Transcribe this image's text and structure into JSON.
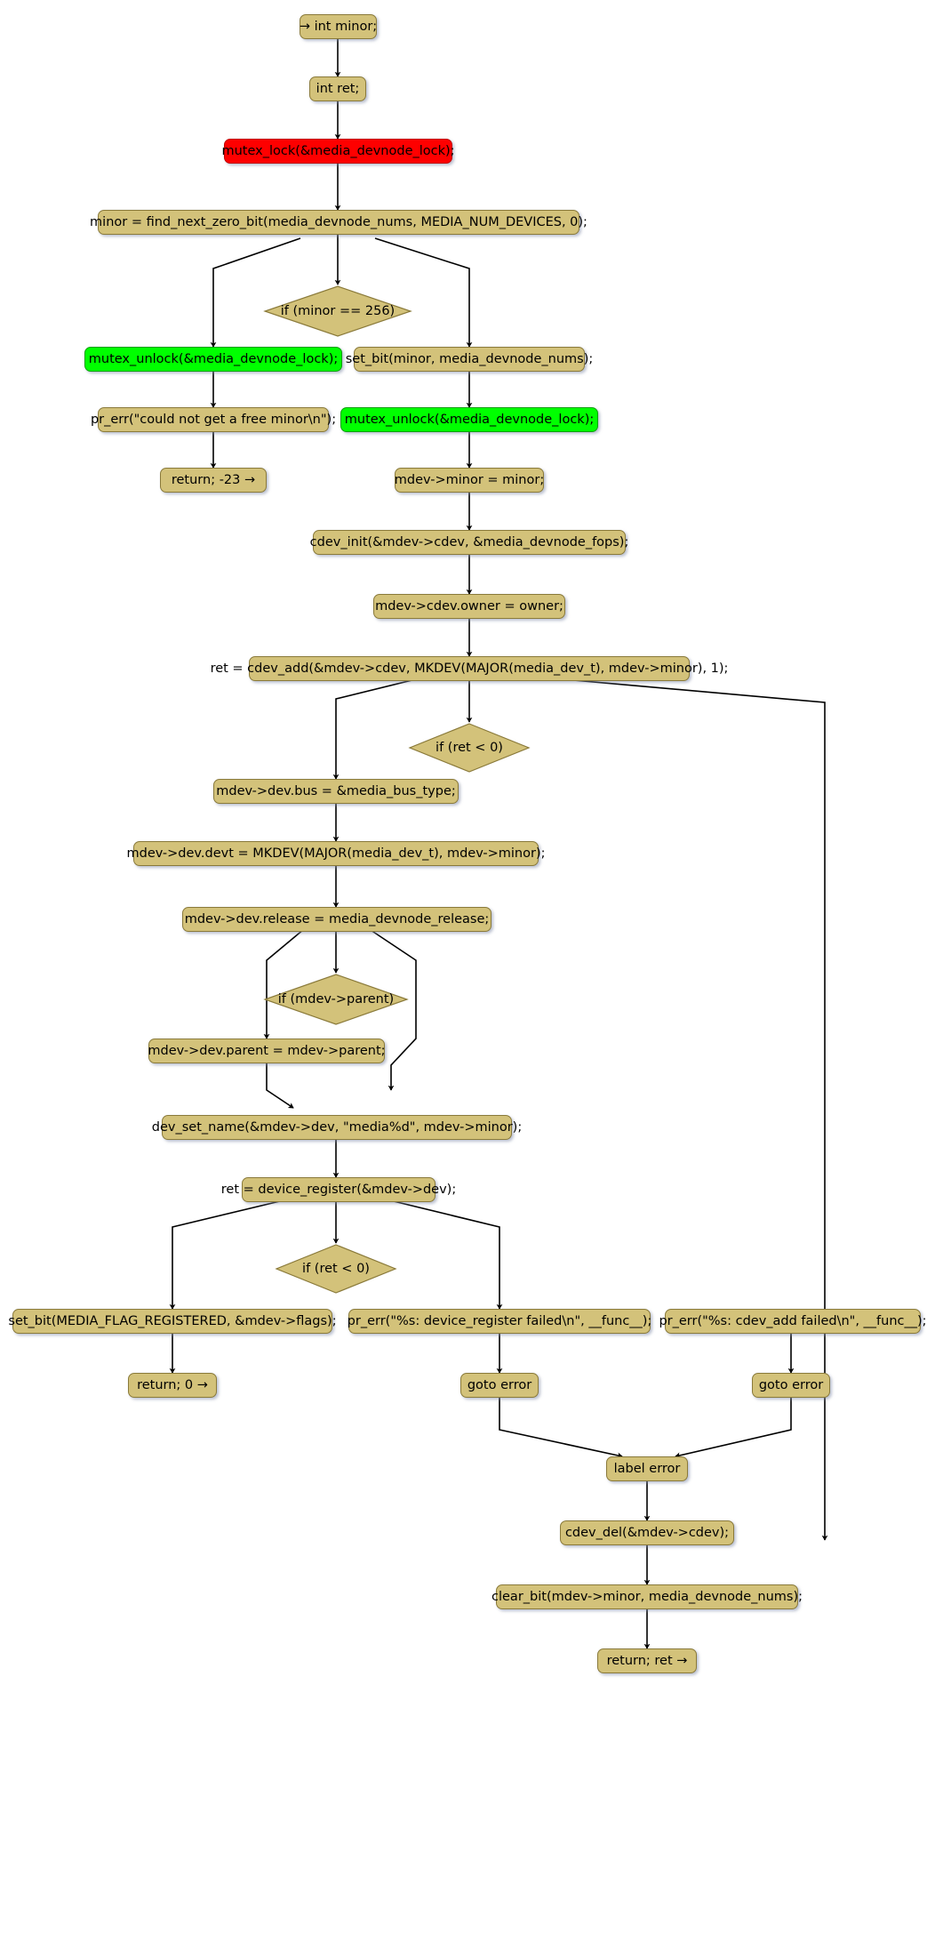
{
  "diagram": {
    "type": "flowchart",
    "title": "media_devnode_register activity diagram",
    "colors": {
      "node_fill": "#d3c27a",
      "node_stroke": "#8a7a3a",
      "highlight_red": "#fe0000",
      "highlight_green": "#00ff00",
      "edge": "#000000",
      "background": "#ffffff"
    },
    "nodes": [
      {
        "id": "n1",
        "shape": "rect",
        "style": "normal",
        "label": "→ int minor;"
      },
      {
        "id": "n2",
        "shape": "rect",
        "style": "normal",
        "label": "int ret;"
      },
      {
        "id": "n3",
        "shape": "rect",
        "style": "red",
        "label": "mutex_lock(&media_devnode_lock);"
      },
      {
        "id": "n4",
        "shape": "rect",
        "style": "normal",
        "label": "minor = find_next_zero_bit(media_devnode_nums, MEDIA_NUM_DEVICES, 0);"
      },
      {
        "id": "n5",
        "shape": "diamond",
        "style": "normal",
        "label": "if (minor == 256)"
      },
      {
        "id": "n6",
        "shape": "rect",
        "style": "green",
        "label": "mutex_unlock(&media_devnode_lock);"
      },
      {
        "id": "n7",
        "shape": "rect",
        "style": "normal",
        "label": "set_bit(minor, media_devnode_nums);"
      },
      {
        "id": "n8",
        "shape": "rect",
        "style": "normal",
        "label": "pr_err(\"could not get a free minor\\n\");"
      },
      {
        "id": "n9",
        "shape": "rect",
        "style": "green",
        "label": "mutex_unlock(&media_devnode_lock);"
      },
      {
        "id": "n10",
        "shape": "rect",
        "style": "normal",
        "label": "return; -23 →"
      },
      {
        "id": "n11",
        "shape": "rect",
        "style": "normal",
        "label": "mdev->minor = minor;"
      },
      {
        "id": "n12",
        "shape": "rect",
        "style": "normal",
        "label": "cdev_init(&mdev->cdev, &media_devnode_fops);"
      },
      {
        "id": "n13",
        "shape": "rect",
        "style": "normal",
        "label": "mdev->cdev.owner = owner;"
      },
      {
        "id": "n14",
        "shape": "rect",
        "style": "normal",
        "label": "ret = cdev_add(&mdev->cdev, MKDEV(MAJOR(media_dev_t), mdev->minor), 1);"
      },
      {
        "id": "n15",
        "shape": "diamond",
        "style": "normal",
        "label": "if (ret < 0)"
      },
      {
        "id": "n16",
        "shape": "rect",
        "style": "normal",
        "label": "mdev->dev.bus = &media_bus_type;"
      },
      {
        "id": "n17",
        "shape": "rect",
        "style": "normal",
        "label": "mdev->dev.devt = MKDEV(MAJOR(media_dev_t), mdev->minor);"
      },
      {
        "id": "n18",
        "shape": "rect",
        "style": "normal",
        "label": "mdev->dev.release = media_devnode_release;"
      },
      {
        "id": "n19",
        "shape": "diamond",
        "style": "normal",
        "label": "if (mdev->parent)"
      },
      {
        "id": "n20",
        "shape": "rect",
        "style": "normal",
        "label": "mdev->dev.parent = mdev->parent;"
      },
      {
        "id": "n21",
        "shape": "rect",
        "style": "normal",
        "label": "dev_set_name(&mdev->dev, \"media%d\", mdev->minor);"
      },
      {
        "id": "n22",
        "shape": "rect",
        "style": "normal",
        "label": "ret = device_register(&mdev->dev);"
      },
      {
        "id": "n23",
        "shape": "diamond",
        "style": "normal",
        "label": "if (ret < 0)"
      },
      {
        "id": "n24",
        "shape": "rect",
        "style": "normal",
        "label": "set_bit(MEDIA_FLAG_REGISTERED, &mdev->flags);"
      },
      {
        "id": "n25",
        "shape": "rect",
        "style": "normal",
        "label": "pr_err(\"%s: device_register failed\\n\", __func__);"
      },
      {
        "id": "n26",
        "shape": "rect",
        "style": "normal",
        "label": "pr_err(\"%s: cdev_add failed\\n\", __func__);"
      },
      {
        "id": "n27",
        "shape": "rect",
        "style": "normal",
        "label": "return; 0 →"
      },
      {
        "id": "n28",
        "shape": "rect",
        "style": "normal",
        "label": "goto error"
      },
      {
        "id": "n29",
        "shape": "rect",
        "style": "normal",
        "label": "goto error"
      },
      {
        "id": "n30",
        "shape": "rect",
        "style": "normal",
        "label": "label error"
      },
      {
        "id": "n31",
        "shape": "rect",
        "style": "normal",
        "label": "cdev_del(&mdev->cdev);"
      },
      {
        "id": "n32",
        "shape": "rect",
        "style": "normal",
        "label": "clear_bit(mdev->minor, media_devnode_nums);"
      },
      {
        "id": "n33",
        "shape": "rect",
        "style": "normal",
        "label": "return; ret →"
      }
    ],
    "edges": [
      {
        "from": "n1",
        "to": "n2"
      },
      {
        "from": "n2",
        "to": "n3"
      },
      {
        "from": "n3",
        "to": "n4"
      },
      {
        "from": "n4",
        "to": "n5"
      },
      {
        "from": "n5",
        "to": "n6"
      },
      {
        "from": "n5",
        "to": "n7"
      },
      {
        "from": "n6",
        "to": "n8"
      },
      {
        "from": "n8",
        "to": "n10"
      },
      {
        "from": "n7",
        "to": "n9"
      },
      {
        "from": "n9",
        "to": "n11"
      },
      {
        "from": "n11",
        "to": "n12"
      },
      {
        "from": "n12",
        "to": "n13"
      },
      {
        "from": "n13",
        "to": "n14"
      },
      {
        "from": "n14",
        "to": "n15"
      },
      {
        "from": "n15",
        "to": "n16"
      },
      {
        "from": "n15",
        "to": "n26"
      },
      {
        "from": "n16",
        "to": "n17"
      },
      {
        "from": "n17",
        "to": "n18"
      },
      {
        "from": "n18",
        "to": "n19"
      },
      {
        "from": "n19",
        "to": "n20"
      },
      {
        "from": "n19",
        "to": "n21"
      },
      {
        "from": "n20",
        "to": "n21"
      },
      {
        "from": "n21",
        "to": "n22"
      },
      {
        "from": "n22",
        "to": "n23"
      },
      {
        "from": "n23",
        "to": "n24"
      },
      {
        "from": "n23",
        "to": "n25"
      },
      {
        "from": "n24",
        "to": "n27"
      },
      {
        "from": "n25",
        "to": "n28"
      },
      {
        "from": "n26",
        "to": "n29"
      },
      {
        "from": "n28",
        "to": "n30"
      },
      {
        "from": "n29",
        "to": "n30"
      },
      {
        "from": "n30",
        "to": "n31"
      },
      {
        "from": "n31",
        "to": "n32"
      },
      {
        "from": "n32",
        "to": "n33"
      }
    ]
  }
}
